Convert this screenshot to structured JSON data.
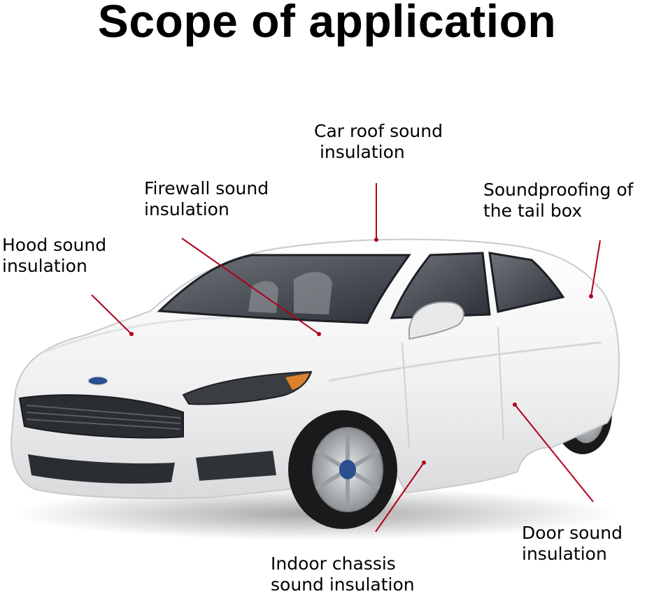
{
  "title": "Scope of application",
  "colors": {
    "leader_line": "#b0001e",
    "body_paint": "#f4f4f4",
    "glass": "#2b3036",
    "tire": "#1a1a1a",
    "rim": "#b9bcc0"
  },
  "callouts": [
    {
      "id": "car-roof",
      "lines": [
        "Car roof sound",
        " insulation"
      ]
    },
    {
      "id": "firewall",
      "lines": [
        "Firewall sound",
        "insulation"
      ]
    },
    {
      "id": "tail-box",
      "lines": [
        "Soundproofing of",
        "the tail box"
      ]
    },
    {
      "id": "hood",
      "lines": [
        "Hood sound",
        "insulation"
      ]
    },
    {
      "id": "door",
      "lines": [
        "Door sound",
        "insulation"
      ]
    },
    {
      "id": "chassis",
      "lines": [
        "Indoor chassis",
        "sound insulation"
      ]
    }
  ]
}
